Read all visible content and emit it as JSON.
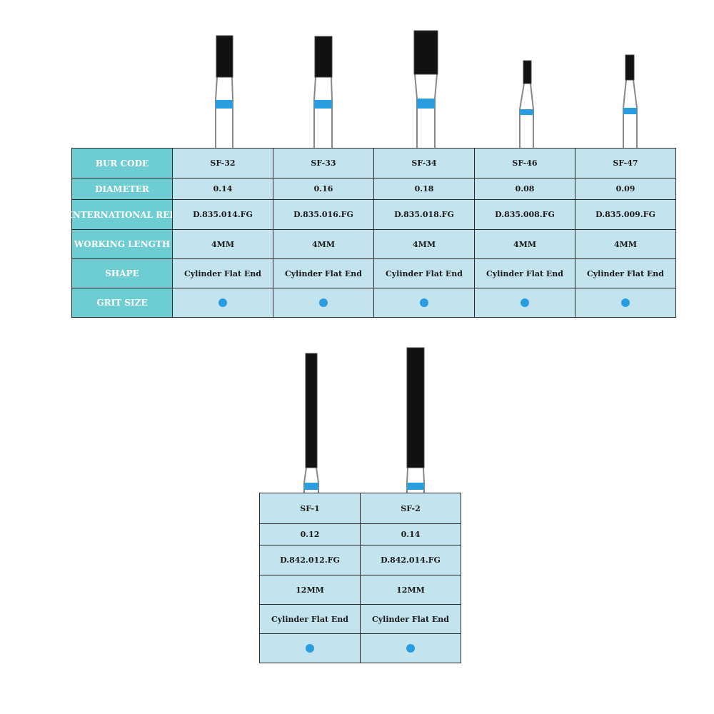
{
  "row_labels": [
    "BUR CODE",
    "DIAMETER",
    "INTERNATIONAL REF",
    "WORKING LENGTH",
    "SHAPE",
    "GRIT SIZE"
  ],
  "grit_color": "#2a9de0",
  "top_burs": [
    {
      "code": "SF-32",
      "diameter": "0.14",
      "ref": "D.835.014.FG",
      "length": "4MM",
      "shape": "Cylinder Flat End"
    },
    {
      "code": "SF-33",
      "diameter": "0.16",
      "ref": "D.835.016.FG",
      "length": "4MM",
      "shape": "Cylinder Flat End"
    },
    {
      "code": "SF-34",
      "diameter": "0.18",
      "ref": "D.835.018.FG",
      "length": "4MM",
      "shape": "Cylinder Flat End"
    },
    {
      "code": "SF-46",
      "diameter": "0.08",
      "ref": "D.835.008.FG",
      "length": "4MM",
      "shape": "Cylinder Flat End"
    },
    {
      "code": "SF-47",
      "diameter": "0.09",
      "ref": "D.835.009.FG",
      "length": "4MM",
      "shape": "Cylinder Flat End"
    }
  ],
  "bottom_burs": [
    {
      "code": "SF-1",
      "diameter": "0.12",
      "ref": "D.842.012.FG",
      "length": "12MM",
      "shape": "Cylinder Flat End"
    },
    {
      "code": "SF-2",
      "diameter": "0.14",
      "ref": "D.842.014.FG",
      "length": "12MM",
      "shape": "Cylinder Flat End"
    }
  ]
}
